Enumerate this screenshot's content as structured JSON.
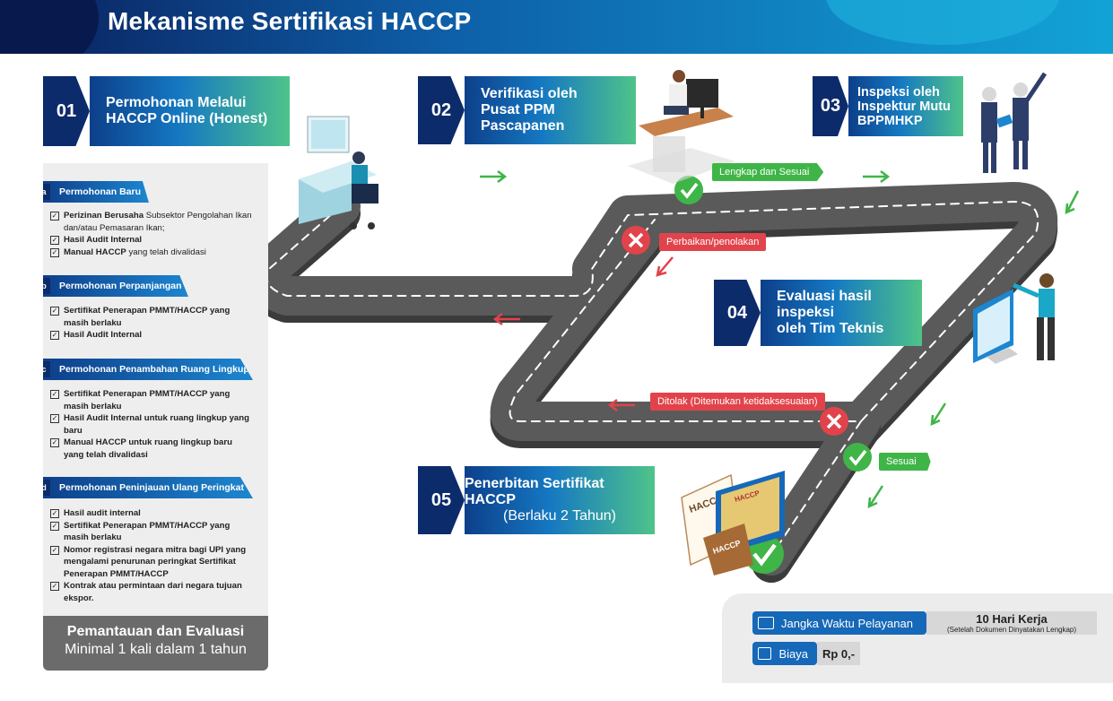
{
  "title": "Mekanisme Sertifikasi HACCP",
  "colors": {
    "navy": "#0c2b6b",
    "blue": "#1578c2",
    "green": "#3fb548",
    "red": "#e2434b",
    "road": "#5a5a5a"
  },
  "steps": [
    {
      "num": "01",
      "line1": "Permohonan Melalui",
      "line2": "HACCP Online (Honest)"
    },
    {
      "num": "02",
      "line1": "Verifikasi oleh",
      "line2": "Pusat PPM Pascapanen"
    },
    {
      "num": "03",
      "line1": "Inspeksi oleh",
      "line2": "Inspektur Mutu",
      "line3": "BPPMHKP"
    },
    {
      "num": "04",
      "line1": "Evaluasi hasil inspeksi",
      "line2": "oleh Tim Teknis"
    },
    {
      "num": "05",
      "line1": "Penerbitan Sertifikat HACCP",
      "line2": "(Berlaku 2 Tahun)"
    }
  ],
  "sections": [
    {
      "letter": "a",
      "title": "Permohonan Baru",
      "items": [
        {
          "bold": "Perizinan Berusaha",
          "rest": " Subsektor Pengolahan Ikan dan/atau Pemasaran Ikan;"
        },
        {
          "bold": "Hasil Audit Internal",
          "rest": ""
        },
        {
          "bold": "Manual HACCP",
          "rest": " yang telah divalidasi"
        }
      ]
    },
    {
      "letter": "b",
      "title": "Permohonan Perpanjangan",
      "items": [
        {
          "bold": "Sertifikat Penerapan PMMT/HACCP yang masih berlaku",
          "rest": ""
        },
        {
          "bold": "Hasil Audit Internal",
          "rest": ""
        }
      ]
    },
    {
      "letter": "c",
      "title": "Permohonan Penambahan Ruang Lingkup",
      "items": [
        {
          "bold": "Sertifikat Penerapan PMMT/HACCP yang masih berlaku",
          "rest": ""
        },
        {
          "bold": "Hasil Audit Internal untuk ruang lingkup yang baru",
          "rest": ""
        },
        {
          "bold": "Manual HACCP untuk ruang lingkup baru yang telah divalidasi",
          "rest": ""
        }
      ]
    },
    {
      "letter": "d",
      "title": "Permohonan Peninjauan Ulang Peringkat",
      "items": [
        {
          "bold": "Hasil audit internal",
          "rest": ""
        },
        {
          "bold": "Sertifikat Penerapan PMMT/HACCP yang masih berlaku",
          "rest": ""
        },
        {
          "bold": "Nomor registrasi negara mitra bagi UPI yang mengalami penurunan peringkat Sertifikat Penerapan PMMT/HACCP",
          "rest": ""
        },
        {
          "bold": "Kontrak atau permintaan dari negara tujuan ekspor.",
          "rest": ""
        }
      ]
    }
  ],
  "monitoring": {
    "line1": "Pemantauan dan Evaluasi",
    "line2": "Minimal 1 kali dalam 1 tahun"
  },
  "labels": {
    "lengkap": "Lengkap dan Sesuai",
    "perbaikan": "Perbaikan/penolakan",
    "ditolak": "Ditolak (Ditemukan ketidaksesuaian)",
    "sesuai": "Sesuai"
  },
  "illustration_text": {
    "haccp1": "HACCP",
    "haccp2": "HACCP",
    "haccp3": "HACCP"
  },
  "info": {
    "waktu_label": "Jangka Waktu Pelayanan",
    "waktu_value": "10 Hari Kerja",
    "waktu_note": "(Setelah Dokumen Dinyatakan Lengkap)",
    "biaya_label": "Biaya",
    "biaya_value": "Rp 0,-"
  }
}
